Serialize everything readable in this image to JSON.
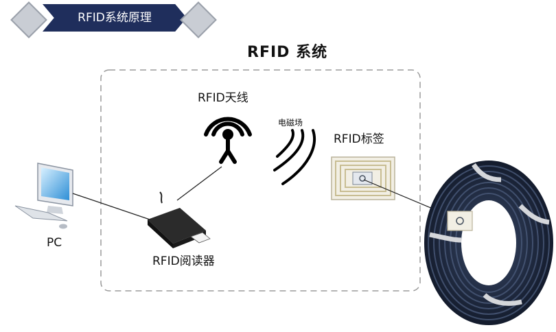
{
  "header": {
    "title": "RFID系统原理"
  },
  "diagram": {
    "system_title": "RFID  系统",
    "antenna_label": "RFID天线",
    "field_label": "电磁场",
    "tag_label": "RFID标签",
    "reader_label": "RFID阅读器",
    "pc_label": "PC"
  },
  "colors": {
    "banner": "#1f2e5c",
    "diamond": "#c9cdd4",
    "dashed_border": "#9a9a9a",
    "cable": "#1c2436"
  }
}
